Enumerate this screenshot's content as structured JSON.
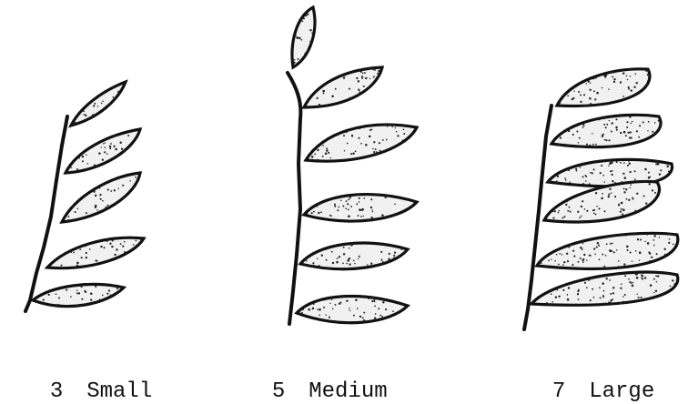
{
  "figure": {
    "panels": [
      {
        "score": "3",
        "label": "Small"
      },
      {
        "score": "5",
        "label": "Medium"
      },
      {
        "score": "7",
        "label": "Large"
      }
    ]
  }
}
